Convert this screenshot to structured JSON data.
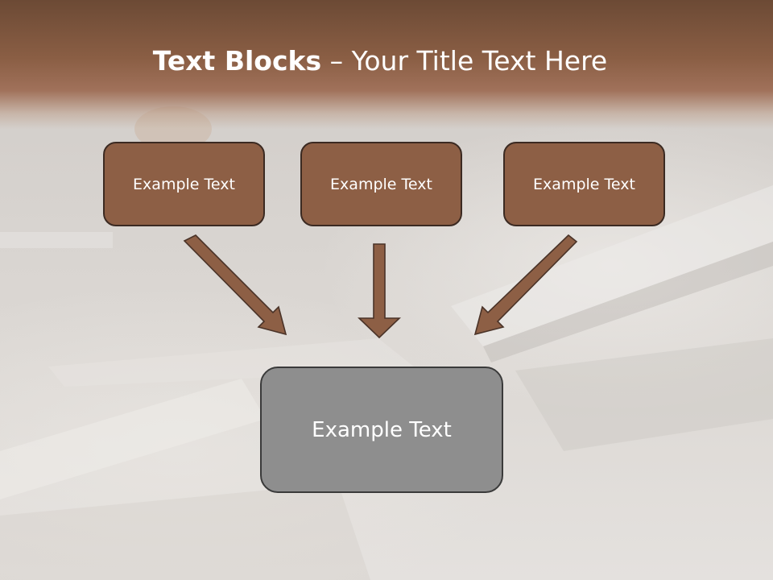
{
  "slide": {
    "title_bold": "Text Blocks",
    "title_rest": " – Your Title Text Here",
    "boxes": [
      {
        "label": "Example Text"
      },
      {
        "label": "Example Text"
      },
      {
        "label": "Example Text"
      }
    ],
    "center_box": {
      "label": "Example Text"
    }
  },
  "colors": {
    "header_brown": "#8a5e44",
    "box_fill": "#8d5f45",
    "box_border": "#3b2a22",
    "arrow_fill": "#8d5f45",
    "center_fill": "#8e8e8e"
  }
}
